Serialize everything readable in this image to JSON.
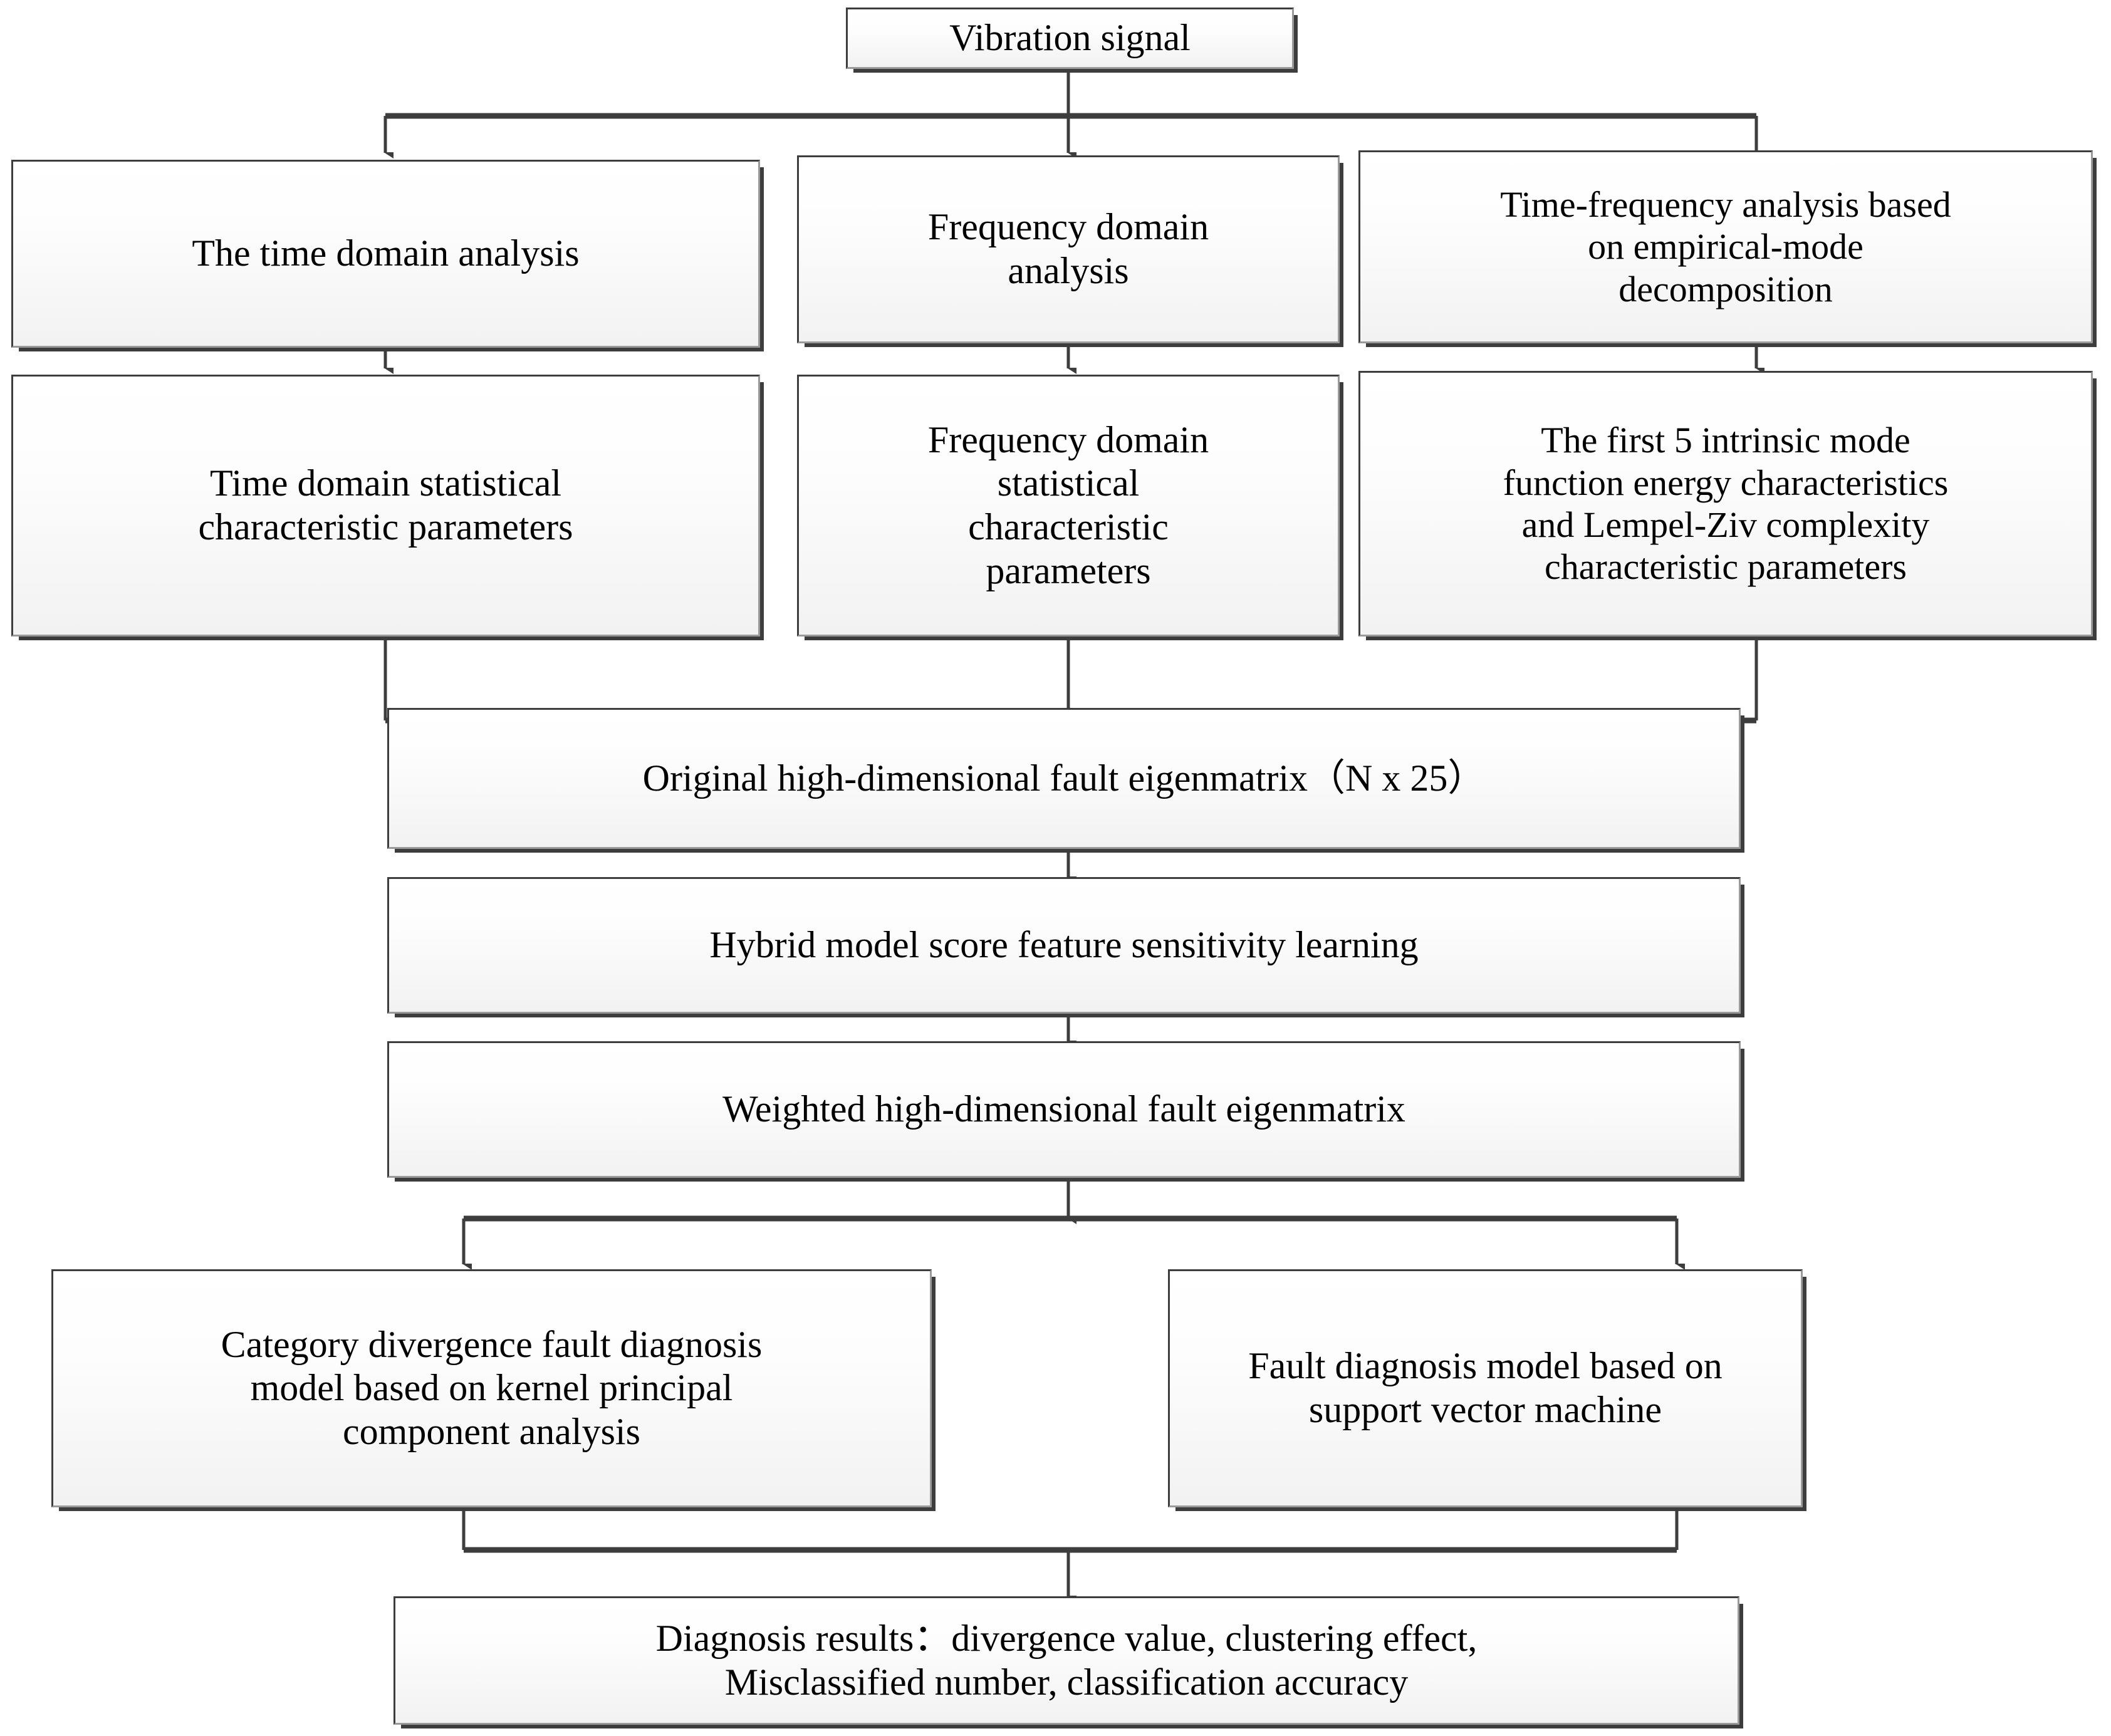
{
  "diagram": {
    "title": "Fault diagnosis flowchart",
    "accent_color": "#3d3d3d",
    "box_border_color": "#9a9a9a",
    "background_color": "#ffffff",
    "nodes": {
      "vibration_signal": "Vibration signal",
      "time_domain_analysis": "The time domain analysis",
      "frequency_domain_analysis": "Frequency domain\nanalysis",
      "time_frequency_analysis": "Time-frequency analysis based\non empirical-mode\ndecomposition",
      "time_domain_params": "Time domain statistical\ncharacteristic parameters",
      "frequency_domain_params": "Frequency domain\nstatistical\ncharacteristic\nparameters",
      "imf_params": "The first 5 intrinsic mode\nfunction energy characteristics\nand Lempel-Ziv complexity\ncharacteristic parameters",
      "original_eigenmatrix": "Original high-dimensional fault eigenmatrix（N x 25）",
      "hybrid_model": "Hybrid model score feature sensitivity learning",
      "weighted_eigenmatrix": "Weighted high-dimensional fault eigenmatrix",
      "kpca_model": "Category divergence fault diagnosis\nmodel based on kernel principal\ncomponent analysis",
      "svm_model": "Fault diagnosis model based on\nsupport vector machine",
      "diagnosis_results": "Diagnosis results：divergence value, clustering effect,\nMisclassified number, classification accuracy"
    }
  }
}
